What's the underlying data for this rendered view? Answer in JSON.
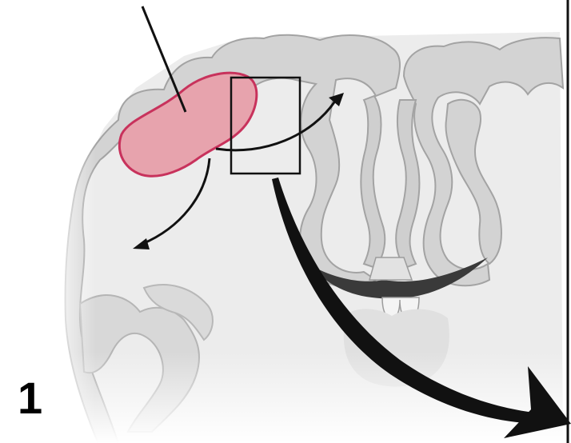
{
  "figure": {
    "panel_number": "1",
    "colors": {
      "background": "#ffffff",
      "white_matter": "#ececec",
      "cortex_fill": "#d3d3d3",
      "cortex_edge": "#a3a3a3",
      "lesion_fill": "#e7a3ad",
      "lesion_edge": "#c8325c",
      "ink": "#111111"
    },
    "icons": [
      "lesion-region",
      "spread-arrow",
      "magnify-arrow"
    ]
  }
}
